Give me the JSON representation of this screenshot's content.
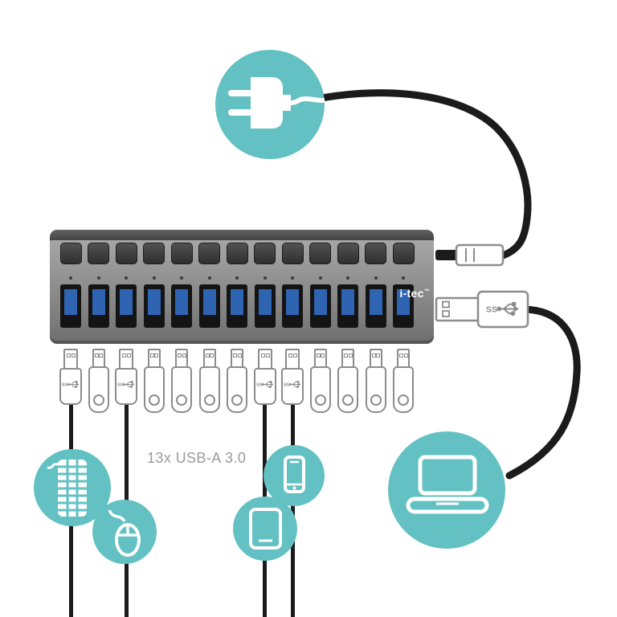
{
  "colors": {
    "teal": "#63c1c3",
    "usb_blue": "#2f64b2",
    "cable_black": "#1b1b1b",
    "outline_gray": "#8c8c8c",
    "caption_gray": "#9b9b9b"
  },
  "hub": {
    "brand": "i-tec",
    "trademark": "™",
    "ports_count": 13,
    "buttons_count": 13
  },
  "caption": {
    "text": "13x USB-A 3.0"
  },
  "devices": {
    "slots": [
      "usb-cable",
      "flash-drive",
      "usb-cable",
      "flash-drive",
      "flash-drive",
      "flash-drive",
      "flash-drive",
      "usb-cable",
      "usb-cable",
      "flash-drive",
      "flash-drive",
      "flash-drive",
      "flash-drive"
    ]
  },
  "connectors": {
    "usb_logo": "SS"
  },
  "bubbles": {
    "top": "power-plug",
    "bottom_right": "laptop",
    "bottom_left": [
      "keyboard",
      "mouse",
      "tablet",
      "smartphone"
    ]
  }
}
